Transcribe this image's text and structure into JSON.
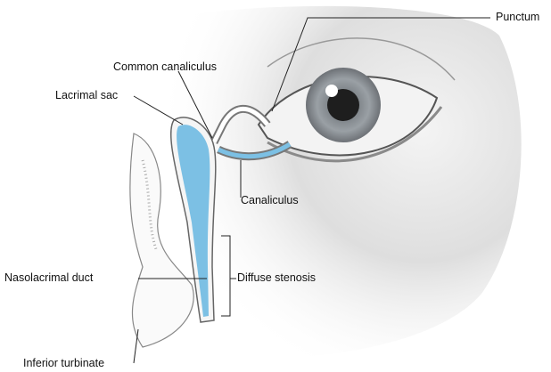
{
  "labels": {
    "punctum": "Punctum",
    "common_canaliculus": "Common canaliculus",
    "lacrimal_sac": "Lacrimal sac",
    "canaliculus": "Canaliculus",
    "nasolacrimal_duct": "Nasolacrimal duct",
    "diffuse_stenosis": "Diffuse stenosis",
    "inferior_turbinate": "Inferior turbinate"
  },
  "colors": {
    "duct_fluid": "#7cc0e4",
    "skin_shade": "#cfcfcf",
    "iris": "#8a8f94"
  }
}
